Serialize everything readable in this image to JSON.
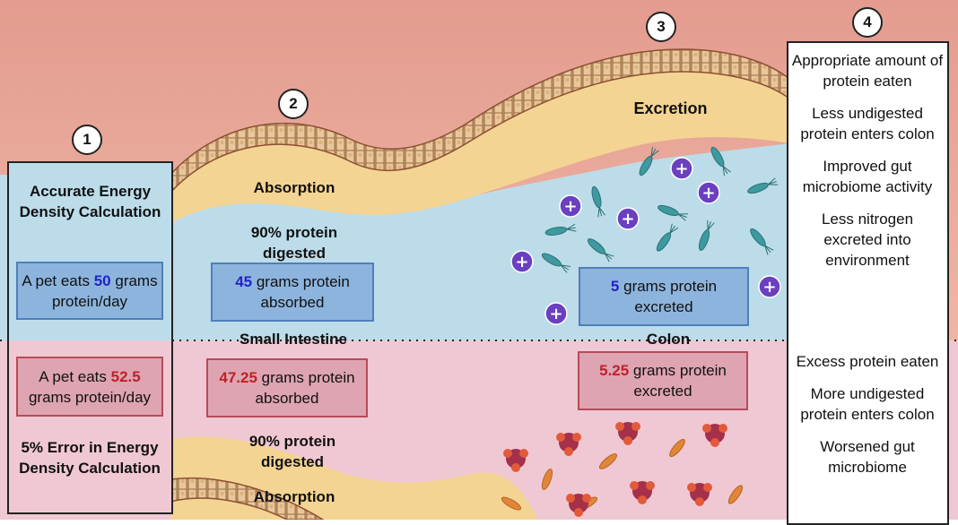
{
  "steps": [
    "1",
    "2",
    "3",
    "4"
  ],
  "left_panel": {
    "top_title": "Accurate Energy Density Calculation",
    "top_box": {
      "prefix": "A pet eats ",
      "value": "50",
      "suffix": " grams protein/day"
    },
    "bottom_box": {
      "prefix": "A pet eats ",
      "value": "52.5",
      "suffix": " grams protein/day"
    },
    "bottom_title": "5% Error in Energy Density Calculation"
  },
  "intestine": {
    "absorption_top": "Absorption",
    "digested_top": "90% protein digested",
    "absorbed_top": {
      "value": "45",
      "suffix": " grams protein absorbed"
    },
    "section_label": "Small Intestine",
    "absorbed_bottom": {
      "value": "47.25",
      "suffix": " grams protein absorbed"
    },
    "digested_bottom": "90% protein digested",
    "absorption_bottom": "Absorption"
  },
  "colon": {
    "excretion": "Excretion",
    "excreted_top": {
      "value": "5",
      "suffix": " grams protein excreted"
    },
    "section_label": "Colon",
    "excreted_bottom": {
      "value": "5.25",
      "suffix": " grams protein excreted"
    }
  },
  "right_panel": {
    "top_items": [
      "Appropriate amount of protein eaten",
      "Less undigested protein enters colon",
      "Improved gut microbiome activity",
      "Less nitrogen excreted into environment"
    ],
    "bottom_items": [
      "Excess protein eaten",
      "More undigested protein enters colon",
      "Worsened gut microbiome"
    ]
  },
  "colors": {
    "top_background": "#e8a496",
    "blue_zone": "#bcdcea",
    "pink_zone": "#f0c8d3",
    "tissue": "#f4d493",
    "wall": "#9a5a3c",
    "ion": "#6a3fc0",
    "good_bacteria": "#3d9aa0",
    "bad_bacteria": "#e0863a",
    "bad_blob": "#a4304a"
  },
  "icons": [
    "plus-ion-icon",
    "bacteria-icon",
    "microbe-cluster-icon"
  ]
}
